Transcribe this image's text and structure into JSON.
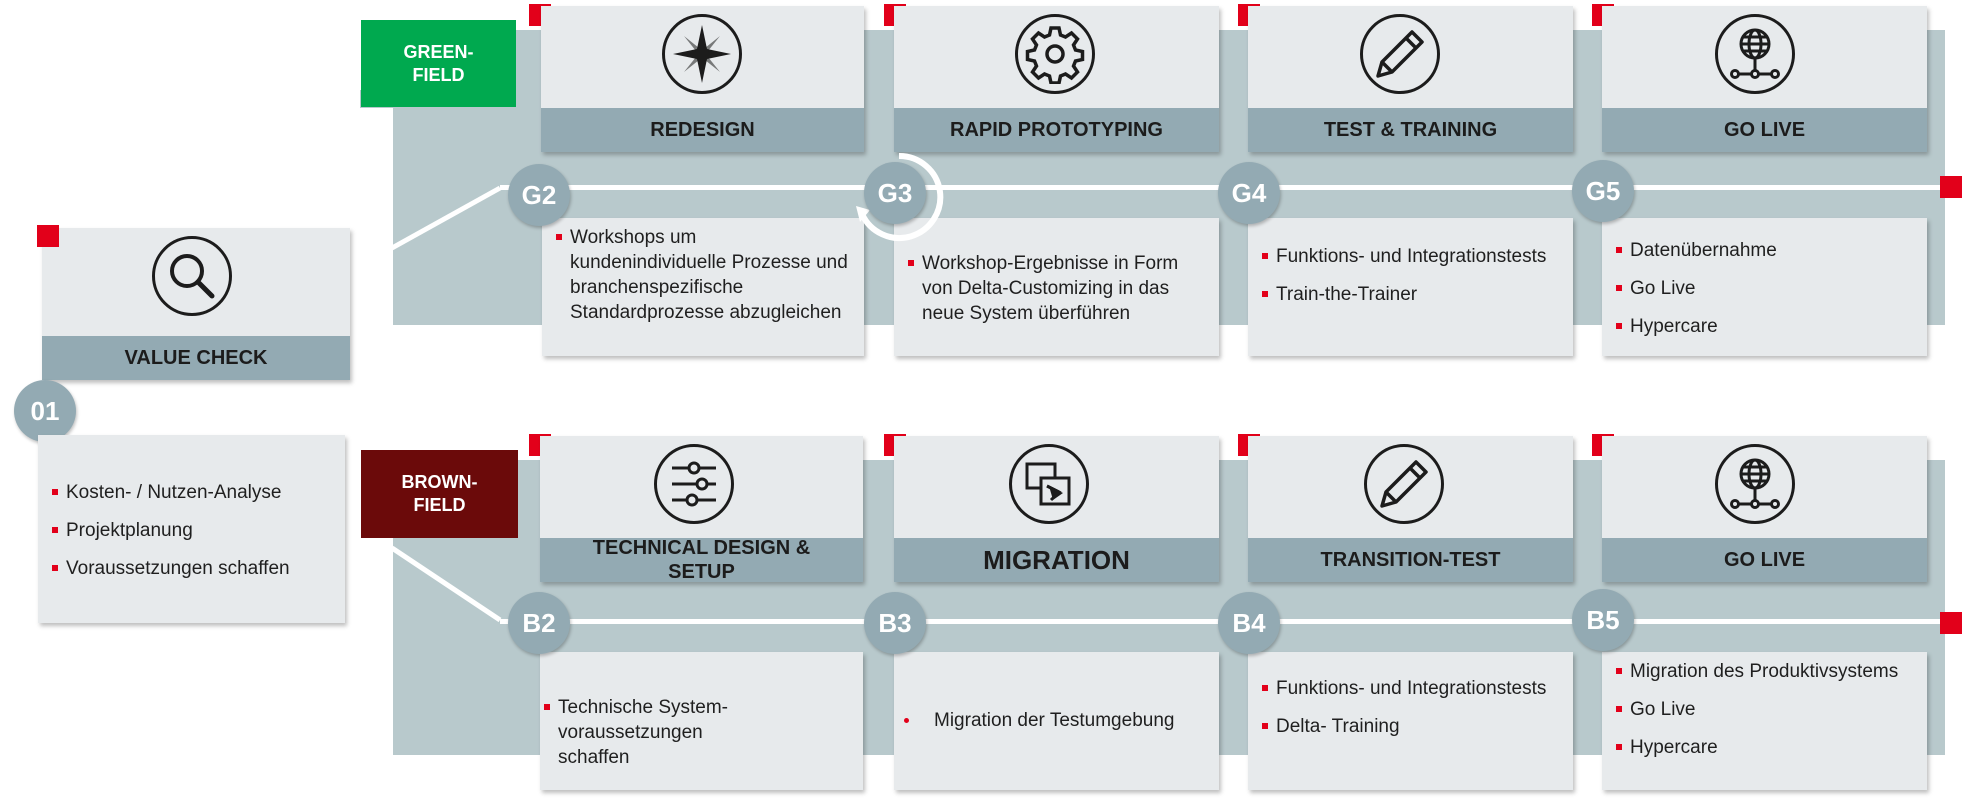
{
  "value_check": {
    "title": "VALUE CHECK",
    "node": "01",
    "icon": "search-icon",
    "bullets": [
      "Kosten- / Nutzen-Analyse",
      "Projektplanung",
      "Voraussetzungen schaffen"
    ]
  },
  "greenfield": {
    "tag": "GREEN-\nFIELD",
    "tag_color": "#00a94f",
    "phases": [
      {
        "node": "G2",
        "title": "REDESIGN",
        "icon": "compass-icon",
        "bullets": [
          "Workshops um kundenindividuelle Prozesse und branchenspezifische Standardprozesse abzugleichen"
        ]
      },
      {
        "node": "G3",
        "title": "RAPID PROTOTYPING",
        "icon": "gear-icon",
        "bullets": [
          "Workshop-Ergebnisse in Form von Delta-Customizing in das neue System überführen"
        ]
      },
      {
        "node": "G4",
        "title": "TEST & TRAINING",
        "icon": "pencil-icon",
        "bullets": [
          "Funktions- und Integrationstests",
          "Train-the-Trainer"
        ]
      },
      {
        "node": "G5",
        "title": "GO LIVE",
        "icon": "globe-network-icon",
        "bullets": [
          "Datenübernahme",
          "Go Live",
          "Hypercare"
        ]
      }
    ]
  },
  "brownfield": {
    "tag": "BROWN-\nFIELD",
    "tag_color": "#6b0a0a",
    "phases": [
      {
        "node": "B2",
        "title": "TECHNICAL DESIGN & SETUP",
        "icon": "sliders-icon",
        "bullets": [
          "Technische System-voraussetzungen schaffen"
        ]
      },
      {
        "node": "B3",
        "title": "MIGRATION",
        "icon": "migration-icon",
        "bullets": [
          "Migration der Testumgebung"
        ]
      },
      {
        "node": "B4",
        "title": "TRANSITION-TEST",
        "icon": "pencil-icon",
        "bullets": [
          "Funktions- und Integrationstests",
          "Delta- Training"
        ]
      },
      {
        "node": "B5",
        "title": "GO LIVE",
        "icon": "globe-network-icon",
        "bullets": [
          "Migration des Produktivsystems",
          "Go Live",
          "Hypercare"
        ]
      }
    ]
  },
  "colors": {
    "accent_red": "#e2001a",
    "title_bar": "#93aab3",
    "band": "#b8c9cc",
    "card": "#e7eaec"
  }
}
